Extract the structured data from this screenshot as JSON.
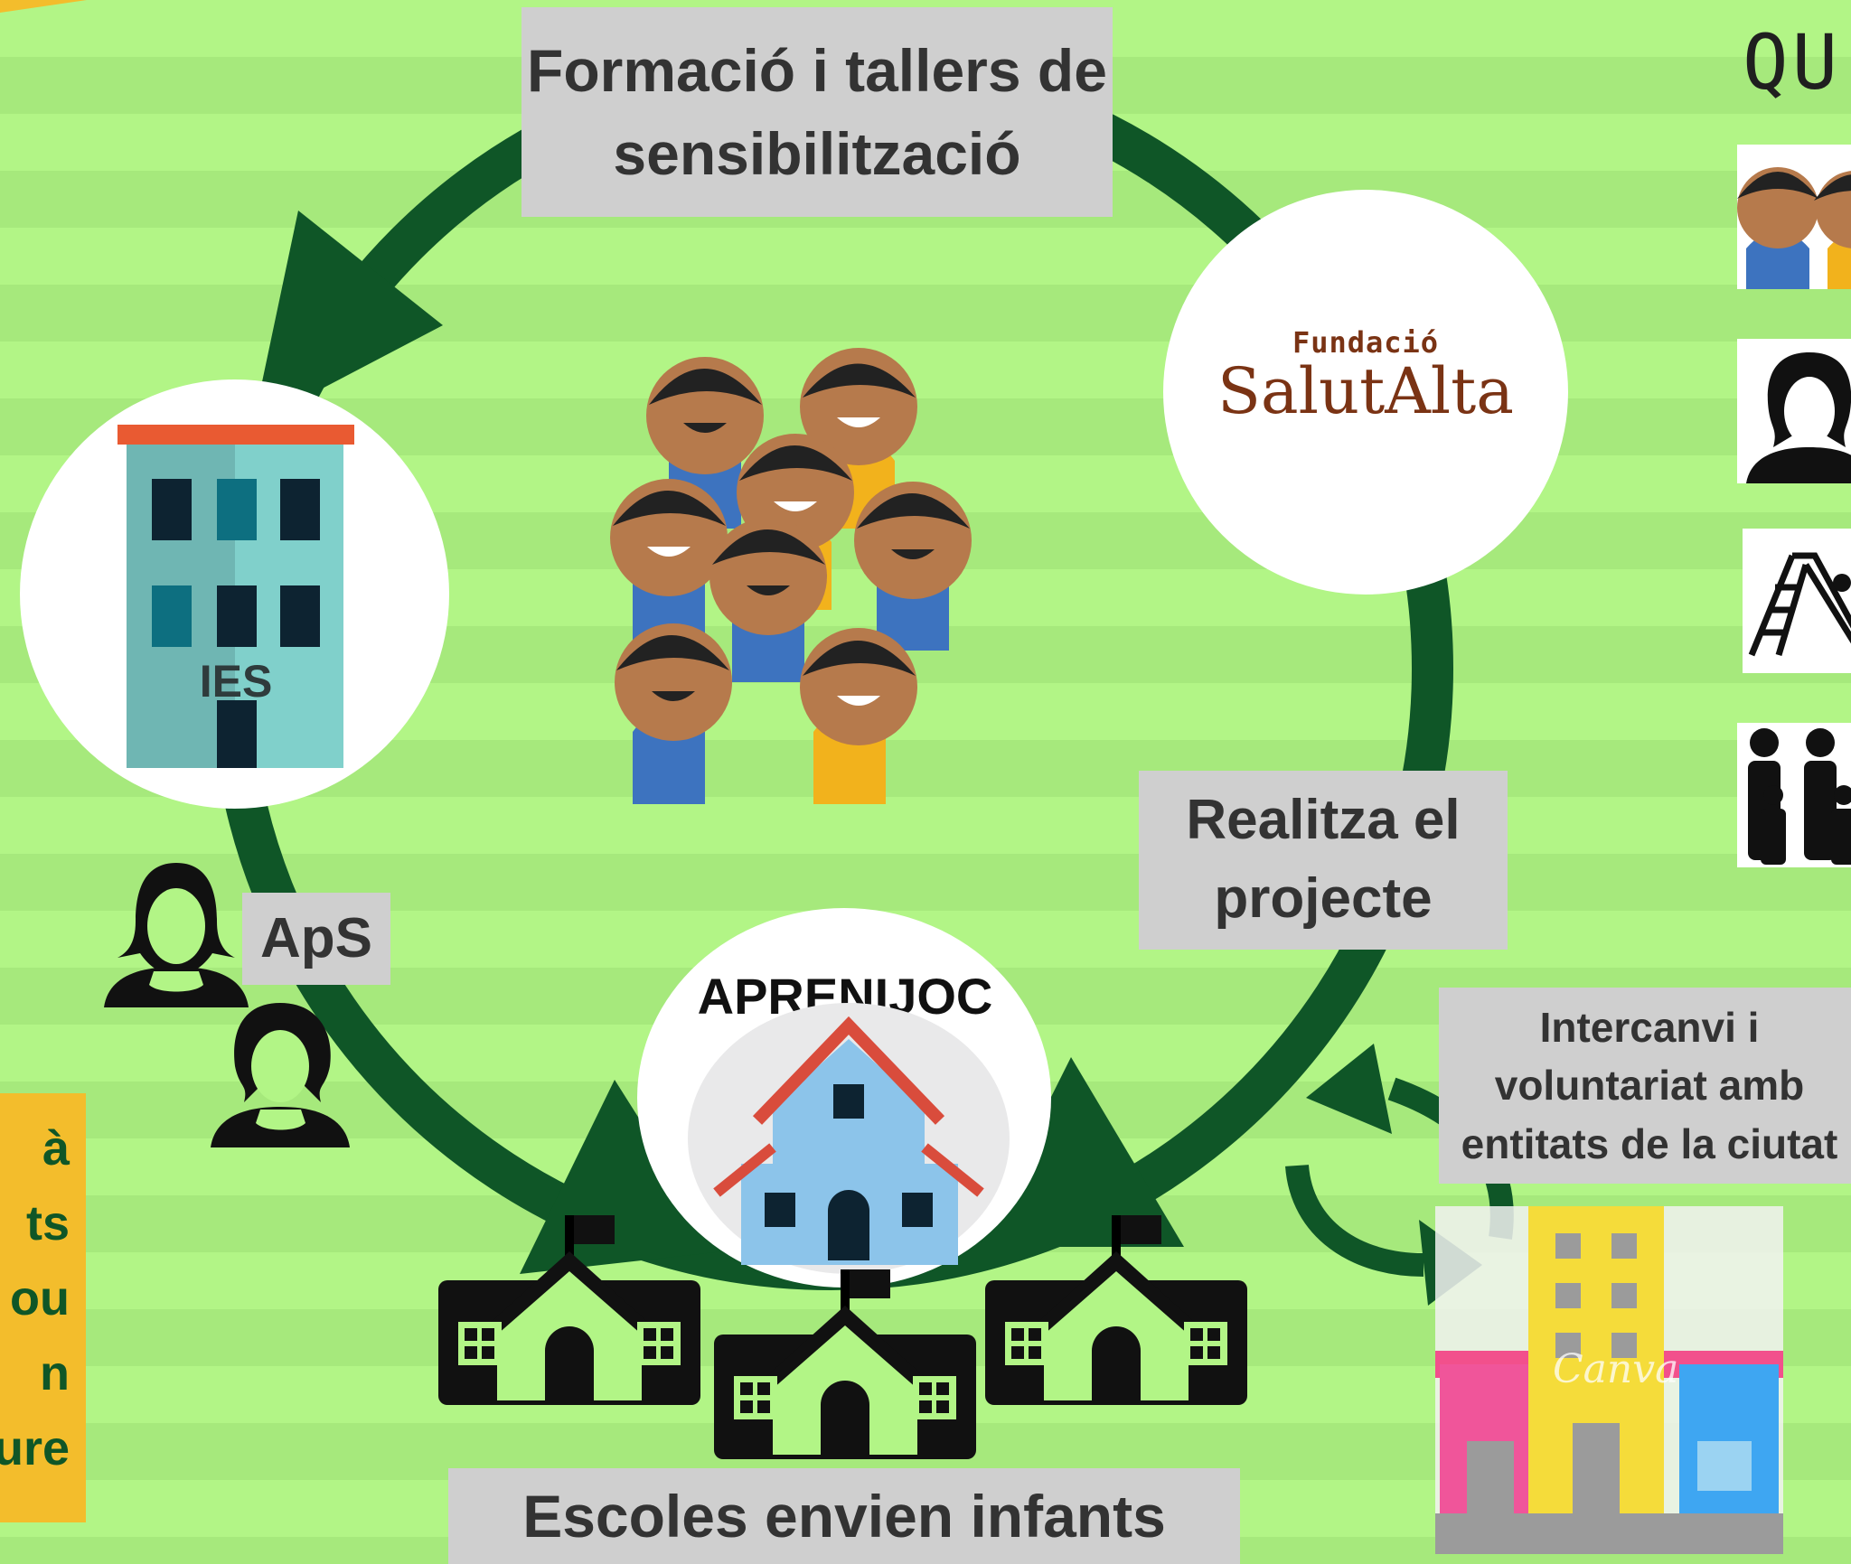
{
  "labels": {
    "formacio": "Formació i tallers de sensibilització",
    "realitza": "Realitza el projecte",
    "escoles": "Escoles envien infants",
    "intercanvi": "Intercanvi i voluntariat amb entitats de la ciutat",
    "aps": "ApS",
    "ies": "IES",
    "aprenijoc": "APRENIJOC",
    "header_partial": "QU"
  },
  "logo": {
    "small": "Fundació",
    "big": "SalutAlta"
  },
  "side_note_fragments": [
    "à",
    "ts",
    "ou",
    "n",
    "ure"
  ],
  "watermark": "Canva",
  "colors": {
    "arrow": "#0f5627",
    "label_bg": "#cfcfcf",
    "side_note_bg": "#f3bd2c",
    "side_note_text": "#0f5627"
  }
}
